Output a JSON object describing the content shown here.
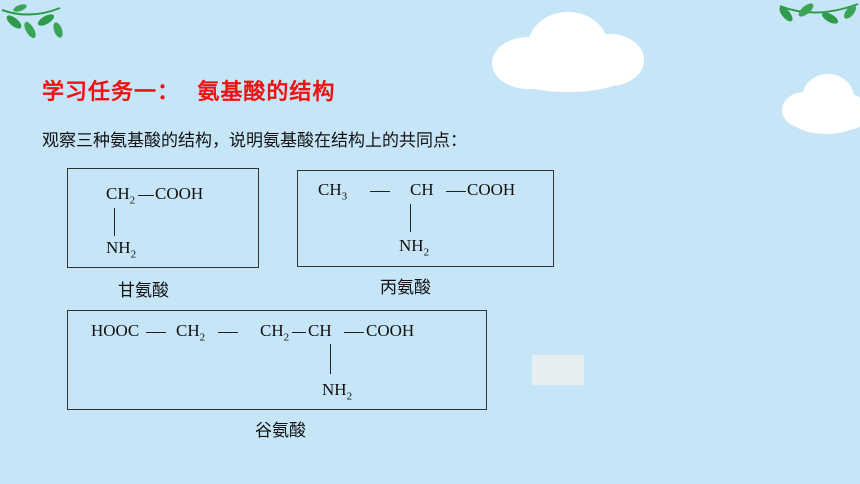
{
  "slide": {
    "title": "学习任务一：  氨基酸的结构",
    "subtitle": "观察三种氨基酸的结构，说明氨基酸在结构上的共同点："
  },
  "glycine": {
    "ch2": "CH",
    "sub2": "2",
    "cooh": "COOH",
    "nh": "NH",
    "nsub": "2",
    "name": "甘氨酸"
  },
  "alanine": {
    "ch3": "CH",
    "sub3": "3",
    "ch": "CH",
    "cooh": "COOH",
    "nh": "NH",
    "nsub": "2",
    "name": "丙氨酸"
  },
  "glutamate": {
    "hooc": "HOOC",
    "ch2a": "CH",
    "suba": "2",
    "ch2b": "CH",
    "subb": "2",
    "ch": "CH",
    "cooh": "COOH",
    "nh": "NH",
    "nsub": "2",
    "name": "谷氨酸"
  },
  "colors": {
    "background": "#c6e6f8",
    "title": "#ee1111",
    "leaf": "#2f9a4c"
  }
}
